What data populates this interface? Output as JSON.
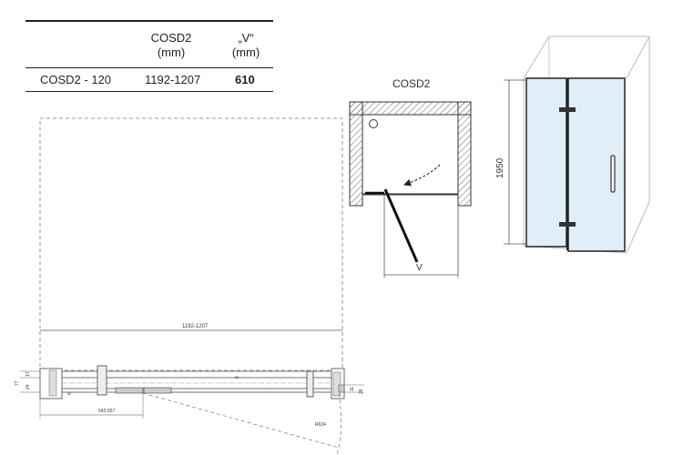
{
  "table": {
    "col_model": "COSD2",
    "col_model_unit": "(mm)",
    "col_v": "„V“",
    "col_v_unit": "(mm)",
    "row_model": "COSD2 - 120",
    "row_range": "1192-1207",
    "row_v": "610"
  },
  "section_view": {
    "title": "COSD2",
    "v_label": "V"
  },
  "perspective_view": {
    "height_label": "1950"
  },
  "plan_view": {
    "width_label": "1192-1207",
    "offset_label": "542-557",
    "radius_label": "R634",
    "dim_17": "17",
    "dim_24": "24",
    "dim_6": "6",
    "dim_11": "11",
    "dim_26": "26",
    "dim_6b": "6",
    "dim_77": "77"
  }
}
